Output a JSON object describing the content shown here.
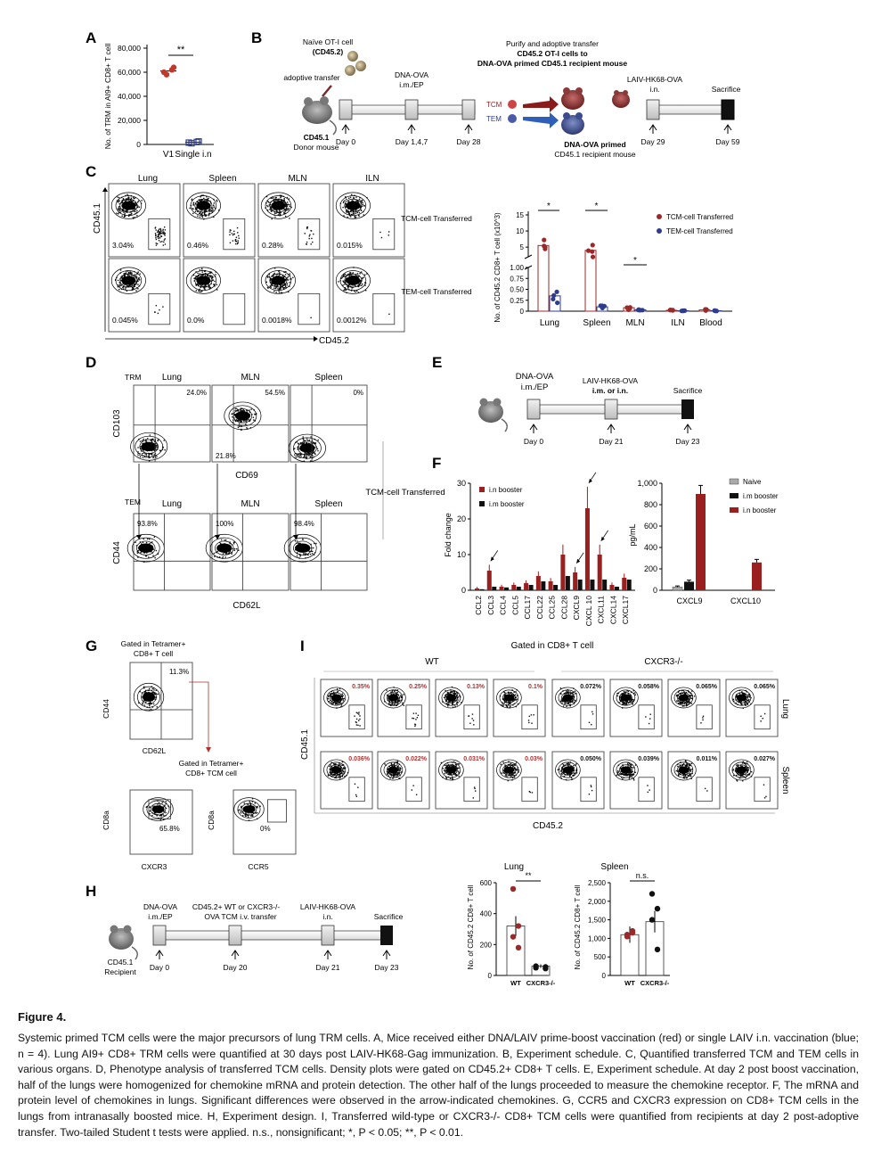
{
  "panels": {
    "A": {
      "letter": "A",
      "ylabel": "No. of TRM in AI9+ CD8+ T cell",
      "yticks": [
        "80,000",
        "60,000",
        "40,000",
        "20,000",
        "0"
      ],
      "xlabels": [
        "V1",
        "Single i.n"
      ],
      "sig": "**"
    },
    "B": {
      "letter": "B",
      "naive_label": "Naïve OT-I cell",
      "naive_sub": "(CD45.2)",
      "adoptive": "adoptive transfer",
      "dna": "DNA-OVA",
      "dna_route": "i.m./EP",
      "purify_1": "Purify and adoptive transfer",
      "purify_2": "CD45.2 OT-I cells to",
      "purify_3": "DNA-OVA primed CD45.1 recipient mouse",
      "laiv": "LAIV-HK68-OVA",
      "laiv_route": "i.n.",
      "sacrifice": "Sacrifice",
      "donor_1": "CD45.1",
      "donor_2": "Donor mouse",
      "days": [
        "Day 0",
        "Day 1,4,7",
        "Day 28",
        "Day 29",
        "Day 59"
      ],
      "tcm": "TCM",
      "tem": "TEM",
      "recipient_1": "DNA-OVA primed",
      "recipient_2": "CD45.1 recipient mouse"
    },
    "C": {
      "letter": "C",
      "organs": [
        "Lung",
        "Spleen",
        "MLN",
        "ILN"
      ],
      "yaxis": "CD45.1",
      "xaxis": "CD45.2",
      "row1_label": "TCM-cell Transferred",
      "row2_label": "TEM-cell Transferred",
      "tcm_pct": [
        "3.04%",
        "0.46%",
        "0.28%",
        "0.015%"
      ],
      "tem_pct": [
        "0.045%",
        "0.0%",
        "0.0018%",
        "0.0012%"
      ],
      "bar_ylabel": "No. of CD45.2 CD8+ T cell (x10^3)",
      "bar_yticks_top": [
        "15",
        "10",
        "5"
      ],
      "bar_yticks_bottom": [
        "1.00",
        "0.75",
        "0.50",
        "0.25",
        "0"
      ],
      "bar_groups": [
        "Lung",
        "Spleen",
        "MLN",
        "ILN",
        "Blood"
      ],
      "legend": [
        "TCM-cell Transferred",
        "TEM-cell Transferred"
      ],
      "sig": [
        "*",
        "*",
        "*"
      ]
    },
    "D": {
      "letter": "D",
      "trm": "TRM",
      "tem": "TEM",
      "row1_organs": [
        "Lung",
        "MLN",
        "Spleen"
      ],
      "row2_organs": [
        "Lung",
        "MLN",
        "Spleen"
      ],
      "row1_pct_top": [
        "24.0%",
        "54.5%",
        "0%"
      ],
      "row1_pct_bottom": [
        "55.1%",
        "21.8%",
        "98.4%"
      ],
      "row2_pct": [
        "93.8%",
        "100%",
        "98.4%"
      ],
      "y1": "CD103",
      "x1": "CD69",
      "y2": "CD44",
      "x2": "CD62L",
      "side_label": "TCM-cell Transferred"
    },
    "E": {
      "letter": "E",
      "dna": "DNA-OVA",
      "dna_route": "i.m./EP",
      "laiv": "LAIV-HK68-OVA",
      "laiv_route": "i.m. or i.n.",
      "sacrifice": "Sacrifice",
      "days": [
        "Day 0",
        "Day 21",
        "Day 23"
      ]
    },
    "F": {
      "letter": "F",
      "left_ylabel": "Fold change",
      "left_yticks": [
        "30",
        "20",
        "10",
        "0"
      ],
      "chemokines": [
        "CCL2",
        "CCL3",
        "CCL4",
        "CCL5",
        "CCL17",
        "CCL22",
        "CCL25",
        "CCL28",
        "CXCL9",
        "CXCL 10",
        "CXCL11",
        "CXCL14",
        "CXCL17"
      ],
      "left_legend": [
        "i.n booster",
        "i.m booster"
      ],
      "right_ylabel": "pg/mL",
      "right_yticks": [
        "1,000",
        "800",
        "600",
        "400",
        "200",
        "0"
      ],
      "right_categories": [
        "CXCL9",
        "CXCL10"
      ],
      "right_legend": [
        "Naive",
        "i.m booster",
        "i.n booster"
      ]
    },
    "G": {
      "letter": "G",
      "gate1_a": "Gated in Tetramer+",
      "gate1_b": "CD8+ T cell",
      "pct1": "11.3%",
      "y1": "CD44",
      "x1": "CD62L",
      "gate2_a": "Gated in Tetramer+",
      "gate2_b": "CD8+ TCM cell",
      "pct_cxcr3": "65.8%",
      "pct_ccr5": "0%",
      "y2": "CD8a",
      "x_cxcr3": "CXCR3",
      "x_ccr5": "CCR5"
    },
    "H": {
      "letter": "H",
      "dna": "DNA-OVA",
      "dna_route": "i.m./EP",
      "transfer_1": "CD45.2+ WT or CXCR3-/-",
      "transfer_2": "OVA TCM i.v. transfer",
      "laiv": "LAIV-HK68-OVA",
      "laiv_route": "i.n.",
      "sacrifice": "Sacrifice",
      "mouse_1": "CD45.1",
      "mouse_2": "Recipient",
      "days": [
        "Day 0",
        "Day 20",
        "Day 21",
        "Day 23"
      ],
      "lung_title": "Lung",
      "spleen_title": "Spleen",
      "lung_ylabel": "No. of CD45.2 CD8+ T cell",
      "lung_yticks": [
        "600",
        "400",
        "200",
        "0"
      ],
      "spleen_ylabel": "No. of CD45.2 CD8+ T cell",
      "spleen_yticks": [
        "2,500",
        "2,000",
        "1,500",
        "1,000",
        "500",
        "0"
      ],
      "xlabels": [
        "WT",
        "CXCR3-/-"
      ],
      "sig_lung": "**",
      "sig_spleen": "n.s."
    },
    "I": {
      "letter": "I",
      "title": "Gated in CD8+ T cell",
      "wt": "WT",
      "ko": "CXCR3-/-",
      "row_labels": [
        "Lung",
        "Spleen"
      ],
      "yaxis": "CD45.1",
      "xaxis": "CD45.2",
      "lung_pct": [
        "0.35%",
        "0.25%",
        "0.13%",
        "0.1%",
        "0.072%",
        "0.058%",
        "0.065%",
        "0.065%"
      ],
      "spleen_pct": [
        "0.036%",
        "0.022%",
        "0.031%",
        "0.03%",
        "0.050%",
        "0.039%",
        "0.011%",
        "0.027%"
      ]
    }
  },
  "chart_data": [
    {
      "type": "scatter",
      "panel": "A",
      "categories": [
        "V1",
        "Single i.n"
      ],
      "series": [
        {
          "values": [
            60000,
            62000,
            58000,
            64000
          ],
          "color": "#c0392b"
        },
        {
          "values": [
            1500,
            2000,
            1000,
            2500
          ],
          "color": "#2e3c8f"
        }
      ],
      "ylim": [
        0,
        80000
      ]
    },
    {
      "type": "bar",
      "panel": "C",
      "categories": [
        "Lung",
        "Spleen",
        "MLN",
        "ILN",
        "Blood"
      ],
      "series": [
        {
          "name": "TCM-cell Transferred",
          "values": [
            5.5,
            4.0,
            0.08,
            0.02,
            0.03
          ]
        },
        {
          "name": "TEM-cell Transferred",
          "values": [
            0.35,
            0.1,
            0.03,
            0.01,
            0.01
          ]
        }
      ]
    },
    {
      "type": "bar",
      "panel": "F-left",
      "categories": [
        "CCL2",
        "CCL3",
        "CCL4",
        "CCL5",
        "CCL17",
        "CCL22",
        "CCL25",
        "CCL28",
        "CXCL9",
        "CXCL 10",
        "CXCL11",
        "CXCL14",
        "CXCL17"
      ],
      "series": [
        {
          "name": "i.n booster",
          "values": [
            0.5,
            5.5,
            1.0,
            1.5,
            2.0,
            4.0,
            2.5,
            10,
            5.0,
            23,
            10,
            1.5,
            3.5
          ]
        },
        {
          "name": "i.m booster",
          "values": [
            0.3,
            1.0,
            0.8,
            1.0,
            1.5,
            2.5,
            1.5,
            4.0,
            3.0,
            3.0,
            3.0,
            1.0,
            3.0
          ]
        }
      ],
      "ylim": [
        0,
        30
      ]
    },
    {
      "type": "bar",
      "panel": "F-right",
      "categories": [
        "CXCL9",
        "CXCL10"
      ],
      "series": [
        {
          "name": "Naive",
          "values": [
            30,
            0
          ]
        },
        {
          "name": "i.m booster",
          "values": [
            80,
            0
          ]
        },
        {
          "name": "i.n booster",
          "values": [
            900,
            260
          ]
        }
      ],
      "ylim": [
        0,
        1000
      ]
    },
    {
      "type": "bar",
      "panel": "H-lung",
      "categories": [
        "WT",
        "CXCR3-/-"
      ],
      "values": [
        320,
        60
      ],
      "ylim": [
        0,
        600
      ]
    },
    {
      "type": "bar",
      "panel": "H-spleen",
      "categories": [
        "WT",
        "CXCR3-/-"
      ],
      "values": [
        1100,
        1450
      ],
      "ylim": [
        0,
        2500
      ]
    }
  ],
  "caption": {
    "title": "Figure 4.",
    "body": "Systemic primed TCM cells were the major precursors of lung TRM cells. A, Mice received either DNA/LAIV prime-boost vaccination (red) or single LAIV i.n. vaccination (blue; n = 4). Lung AI9+ CD8+ TRM cells were quantified at 30 days post LAIV-HK68-Gag immunization. B, Experiment schedule. C, Quantified transferred TCM and TEM cells in various organs. D, Phenotype analysis of transferred TCM cells. Density plots were gated on CD45.2+ CD8+ T cells. E, Experiment schedule. At day 2 post boost vaccination, half of the lungs were homogenized for chemokine mRNA and protein detection. The other half of the lungs proceeded to measure the chemokine receptor. F, The mRNA and protein level of chemokines in lungs. Significant differences were observed in the arrow-indicated chemokines. G, CCR5 and CXCR3 expression on CD8+ TCM cells in the lungs from intranasally boosted mice. H, Experiment design. I, Transferred wild-type or CXCR3-/- CD8+ TCM cells were quantified from recipients at day 2 post-adoptive transfer. Two-tailed Student t tests were applied. n.s., nonsignificant; *, P < 0.05; **, P < 0.01."
  }
}
